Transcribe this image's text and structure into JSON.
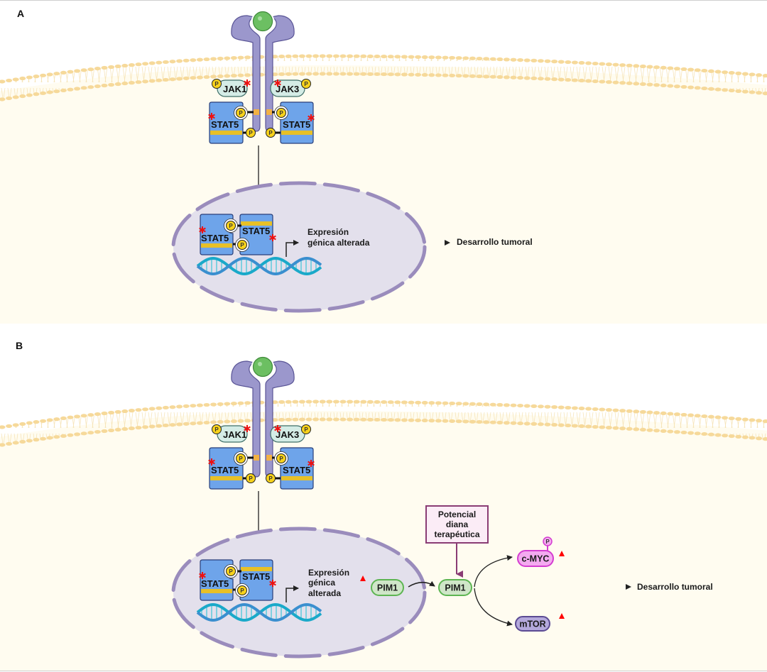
{
  "panels": [
    {
      "letter": "A",
      "receptor": {
        "jak_left": "JAK1",
        "jak_right": "JAK3",
        "stat_left": "STAT5",
        "stat_right": "STAT5",
        "phospho": "P"
      },
      "nucleus": {
        "stat_left": "STAT5",
        "stat_right": "STAT5",
        "expression_line1": "Expresión",
        "expression_line2": "génica alterada"
      },
      "outcome": "Desarrollo tumoral"
    },
    {
      "letter": "B",
      "receptor": {
        "jak_left": "JAK1",
        "jak_right": "JAK3",
        "stat_left": "STAT5",
        "stat_right": "STAT5",
        "phospho": "P"
      },
      "nucleus": {
        "stat_left": "STAT5",
        "stat_right": "STAT5",
        "expression_line1": "Expresión",
        "expression_line2": "génica",
        "expression_line3": "alterada",
        "pim1_nuclear": "PIM1"
      },
      "pim1_cytoplasm": "PIM1",
      "target_box": [
        "Potencial",
        "diana",
        "terapéutica"
      ],
      "cmyc": "c-MYC",
      "cmyc_phospho": "P",
      "mtor": "mTOR",
      "outcome": "Desarrollo tumoral"
    }
  ],
  "colors": {
    "cytoplasm": "#fffcf0",
    "membrane": "#f6d99a",
    "receptor": "#9b97cc",
    "ligand": "#6cbf62",
    "jak": "#d4ece6",
    "stat": "#6ea4ea",
    "stat_band": "#e7c027",
    "phospho": "#f7d21c",
    "nucleus_fill": "#e3e0ec",
    "nucleus_border": "#9a8cbc",
    "pim1": "#cfe6c8",
    "pim1_border": "#5db552",
    "cmyc": "#f4aaf0",
    "cmyc_border": "#d43dd0",
    "mtor": "#b4a9dc",
    "mtor_border": "#5b4a93",
    "target_box_border": "#8a3c74",
    "target_box_fill": "#fbecf6",
    "up_arrow": "#ff0000",
    "asterisk": "#ee1111"
  }
}
